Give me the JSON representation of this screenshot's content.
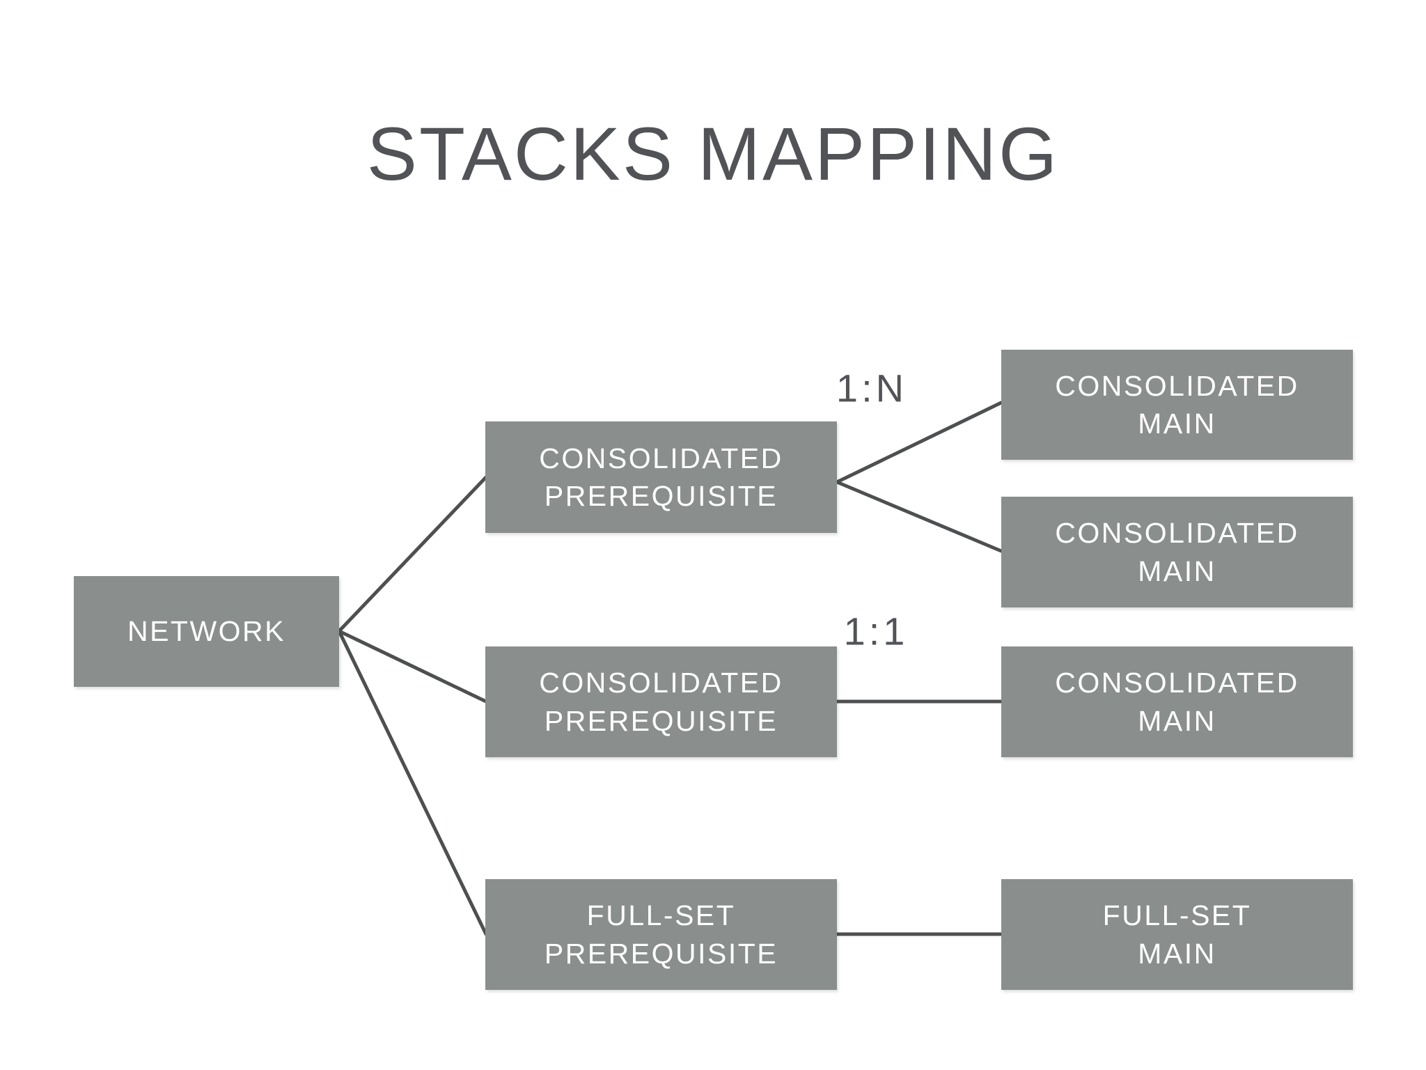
{
  "title": "STACKS MAPPING",
  "colors": {
    "box_fill": "#8A8E8C",
    "box_text": "#FFFFFF",
    "connector_line": "#4D4F50",
    "title_text": "#515356",
    "background": "#FFFFFF"
  },
  "nodes": {
    "network": {
      "label": "NETWORK"
    },
    "consolidated_prerequisite_1": {
      "label": "CONSOLIDATED\nPREREQUISITE"
    },
    "consolidated_prerequisite_2": {
      "label": "CONSOLIDATED\nPREREQUISITE"
    },
    "full_set_prerequisite": {
      "label": "FULL-SET\nPREREQUISITE"
    },
    "consolidated_main_1": {
      "label": "CONSOLIDATED\nMAIN"
    },
    "consolidated_main_2": {
      "label": "CONSOLIDATED\nMAIN"
    },
    "consolidated_main_3": {
      "label": "CONSOLIDATED\nMAIN"
    },
    "full_set_main": {
      "label": "FULL-SET\nMAIN"
    }
  },
  "edge_labels": {
    "one_to_n": "1:N",
    "one_to_one": "1:1"
  }
}
